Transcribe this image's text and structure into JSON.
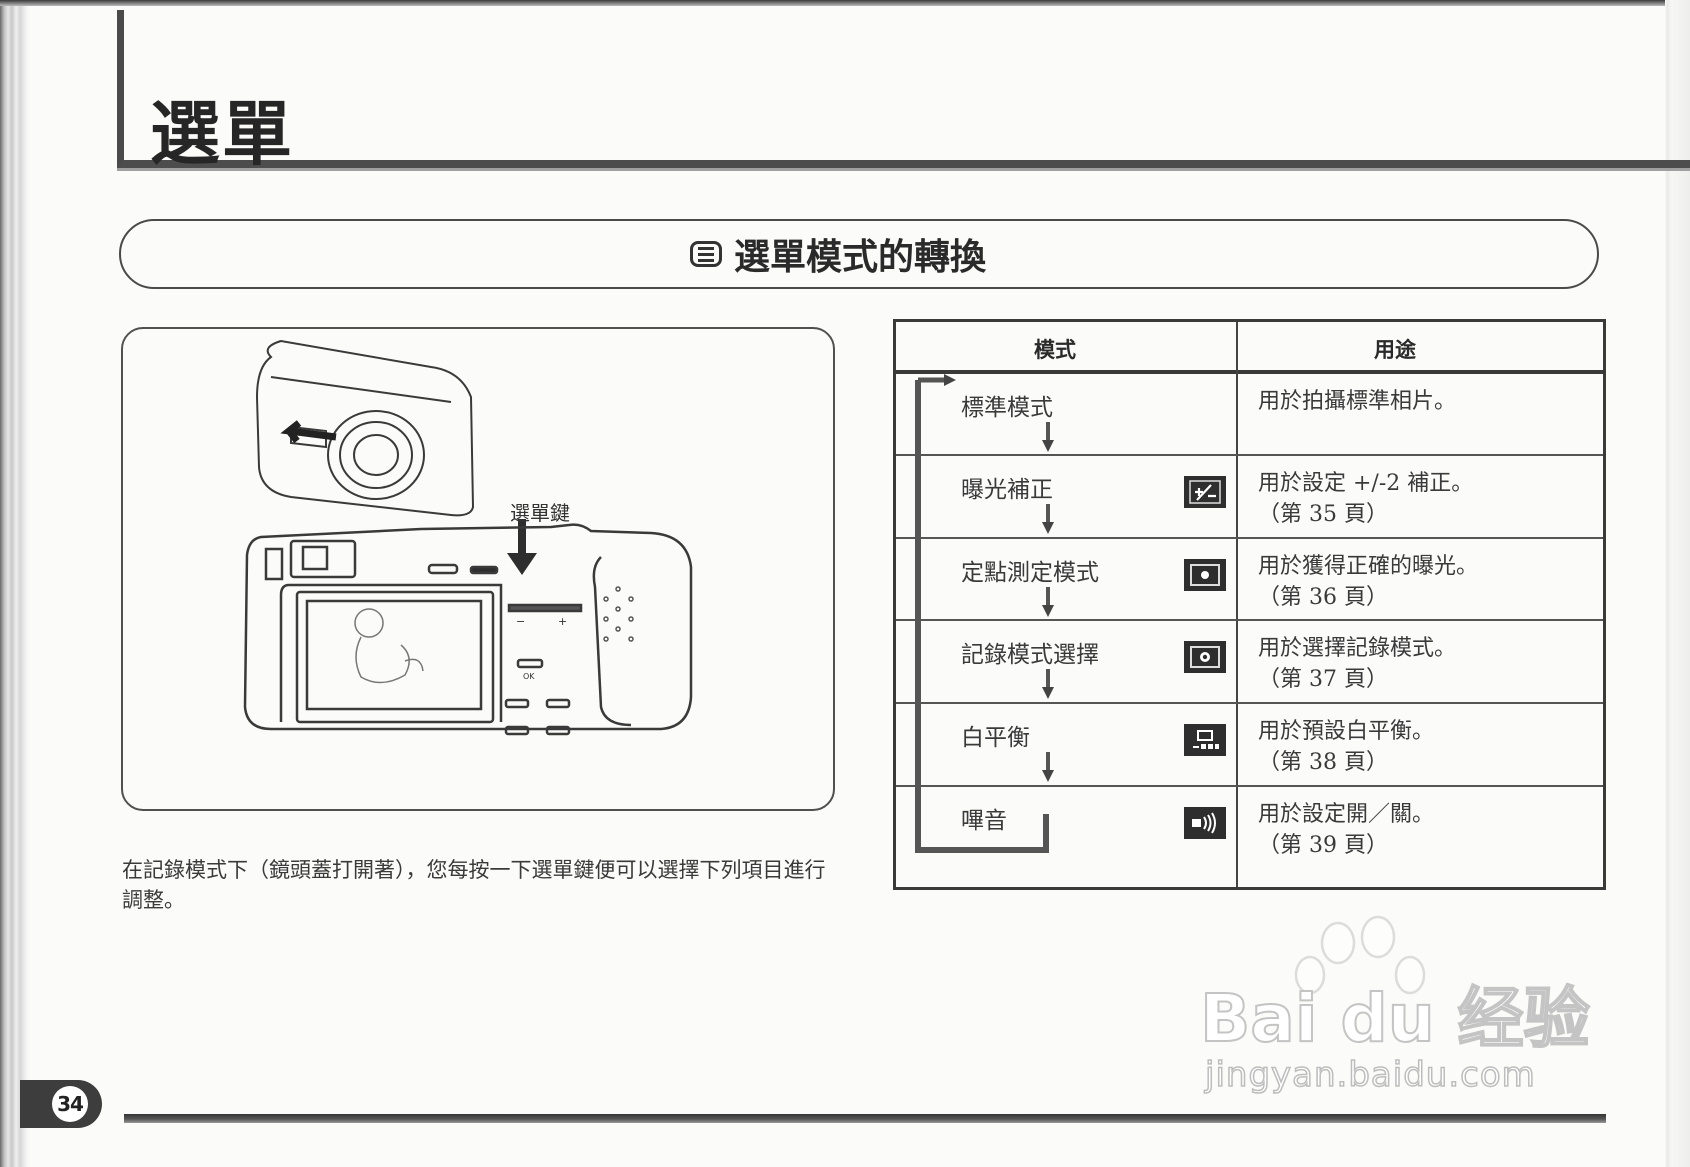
{
  "page": {
    "chapter_title": "選單",
    "page_number": "34"
  },
  "banner": {
    "icon": "menu-list-icon",
    "title": "選單模式的轉換"
  },
  "illustration": {
    "callout_label": "選單鍵",
    "camera_button_labels": [
      "−",
      "+",
      "OK"
    ]
  },
  "paragraph": {
    "text": "在記錄模式下（鏡頭蓋打開著），您每按一下選單鍵便可以選擇下列項目進行調整。"
  },
  "table": {
    "headers": {
      "mode": "模式",
      "purpose": "用途"
    },
    "rows": [
      {
        "mode": "標準模式",
        "icon": null,
        "purpose": "用於拍攝標準相片。",
        "page_ref": ""
      },
      {
        "mode": "曝光補正",
        "icon": "exposure-compensation-icon",
        "purpose": "用於設定 +/-2 補正。",
        "page_ref": "（第 35 頁）"
      },
      {
        "mode": "定點測定模式",
        "icon": "spot-metering-icon",
        "purpose": "用於獲得正確的曝光。",
        "page_ref": "（第 36 頁）"
      },
      {
        "mode": "記錄模式選擇",
        "icon": "record-mode-icon",
        "purpose": "用於選擇記錄模式。",
        "page_ref": "（第 37 頁）"
      },
      {
        "mode": "白平衡",
        "icon": "white-balance-icon",
        "purpose": "用於預設白平衡。",
        "page_ref": "（第 38 頁）"
      },
      {
        "mode": "嗶音",
        "icon": "beep-sound-icon",
        "purpose": "用於設定開／關。",
        "page_ref": "（第 39 頁）"
      }
    ]
  },
  "watermark": {
    "brand": "Bai du 经验",
    "url": "jingyan.baidu.com"
  },
  "colors": {
    "ink": "#2a2a2a",
    "paper": "#fbfbf9",
    "icon_fill": "#2e2e2e"
  }
}
